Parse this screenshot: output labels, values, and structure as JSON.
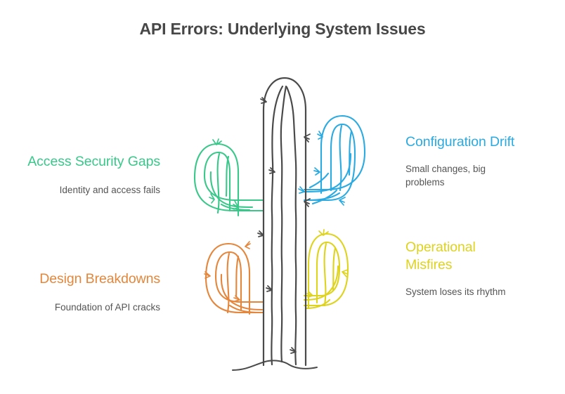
{
  "page": {
    "title": "API Errors: Underlying System Issues",
    "background": "#ffffff",
    "title_color": "#474747"
  },
  "illustration": {
    "name": "cactus-diagram",
    "trunk_color": "#4a4a4a",
    "ground_color": "#4a4a4a"
  },
  "colors": {
    "green": "#3ac78a",
    "blue": "#2aaae1",
    "orange": "#e4873c",
    "yellow": "#ded31f",
    "subtitle": "#545454"
  },
  "labels": {
    "access": {
      "heading": "Access Security Gaps",
      "subtitle": "Identity and access fails",
      "color": "#3ac78a",
      "arm": "upper-left-green"
    },
    "config": {
      "heading": "Configuration Drift",
      "subtitle": "Small changes, big problems",
      "color": "#2aaae1",
      "arm": "upper-right-blue"
    },
    "design": {
      "heading": "Design Breakdowns",
      "subtitle": "Foundation of API cracks",
      "color": "#e4873c",
      "arm": "lower-left-orange"
    },
    "operational": {
      "heading": "Operational Misfires",
      "subtitle": "System loses its rhythm",
      "color": "#ded31f",
      "arm": "lower-right-yellow"
    }
  }
}
